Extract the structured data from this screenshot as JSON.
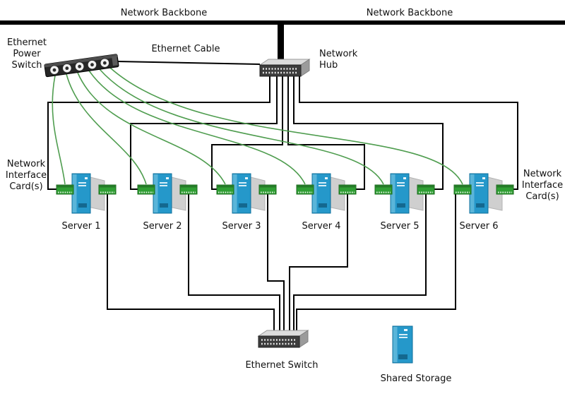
{
  "backbone": {
    "left": "Network Backbone",
    "right": "Network Backbone"
  },
  "power_switch": {
    "label": [
      "Ethernet",
      "Power",
      "Switch"
    ]
  },
  "cable_label": "Ethernet Cable",
  "hub": {
    "label": [
      "Network",
      "Hub"
    ]
  },
  "nic_left": {
    "label": [
      "Network",
      "Interface",
      "Card(s)"
    ]
  },
  "nic_right": {
    "label": [
      "Network",
      "Interface",
      "Card(s)"
    ]
  },
  "servers": [
    "Server 1",
    "Server 2",
    "Server 3",
    "Server 4",
    "Server 5",
    "Server 6"
  ],
  "switch_label": "Ethernet Switch",
  "storage_label": "Shared Storage",
  "colors": {
    "server_blue": "#2598ca",
    "nic_green": "#2f9e33",
    "cable_green": "#4f9d4f",
    "panel_gray": "#cfcfcf",
    "device_dark": "#3c3c3c",
    "line_black": "#000000"
  }
}
